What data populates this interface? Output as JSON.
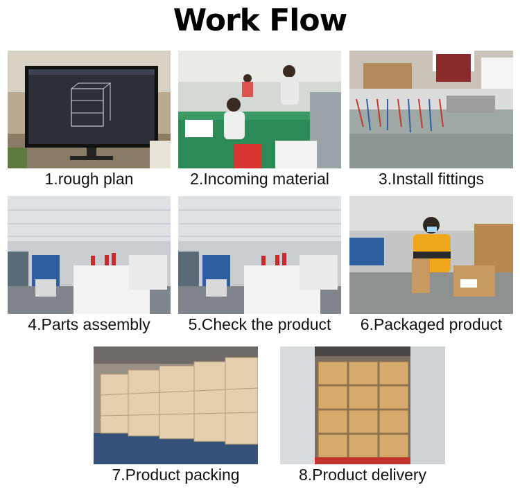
{
  "title": "Work Flow",
  "steps": [
    {
      "caption": "1.rough plan"
    },
    {
      "caption": "2.Incoming material"
    },
    {
      "caption": "3.Install fittings"
    },
    {
      "caption": "4.Parts assembly"
    },
    {
      "caption": "5.Check the product"
    },
    {
      "caption": "6.Packaged product"
    },
    {
      "caption": "7.Product packing"
    },
    {
      "caption": "8.Product delivery"
    }
  ]
}
